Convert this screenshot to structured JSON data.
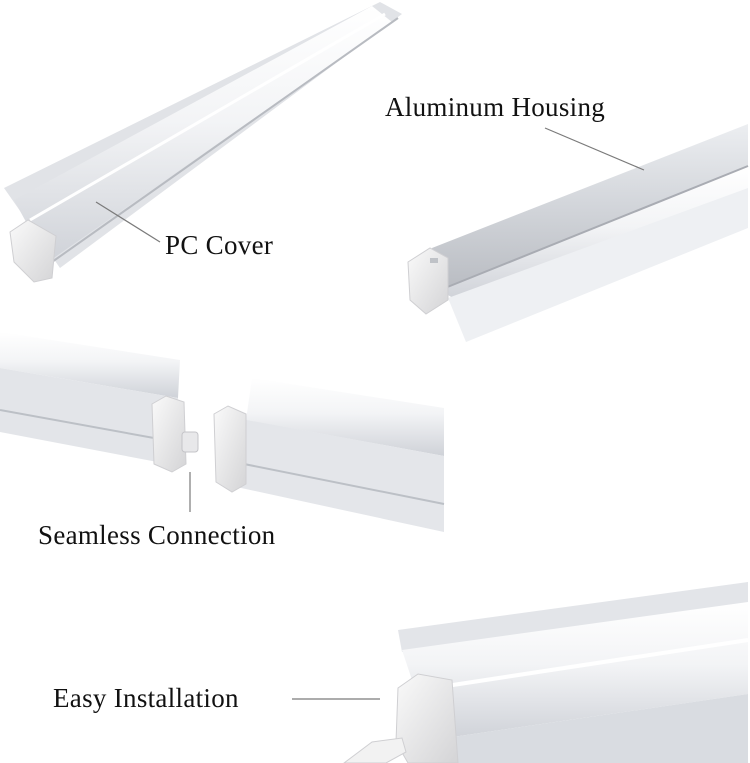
{
  "callouts": {
    "pc_cover": "PC Cover",
    "aluminum_housing": "Aluminum Housing",
    "seamless_connection": "Seamless Connection",
    "easy_installation": "Easy Installation"
  },
  "colors": {
    "background": "#ffffff",
    "label_text": "#111111",
    "leader_line": "#7a7a7a",
    "diffuser_light": "#f7f7f8",
    "diffuser_shadow": "#c9ccd2",
    "aluminum": "#d6d8dc",
    "end_cap": "#eeeeee",
    "power_cord": "#f2f2f2"
  }
}
